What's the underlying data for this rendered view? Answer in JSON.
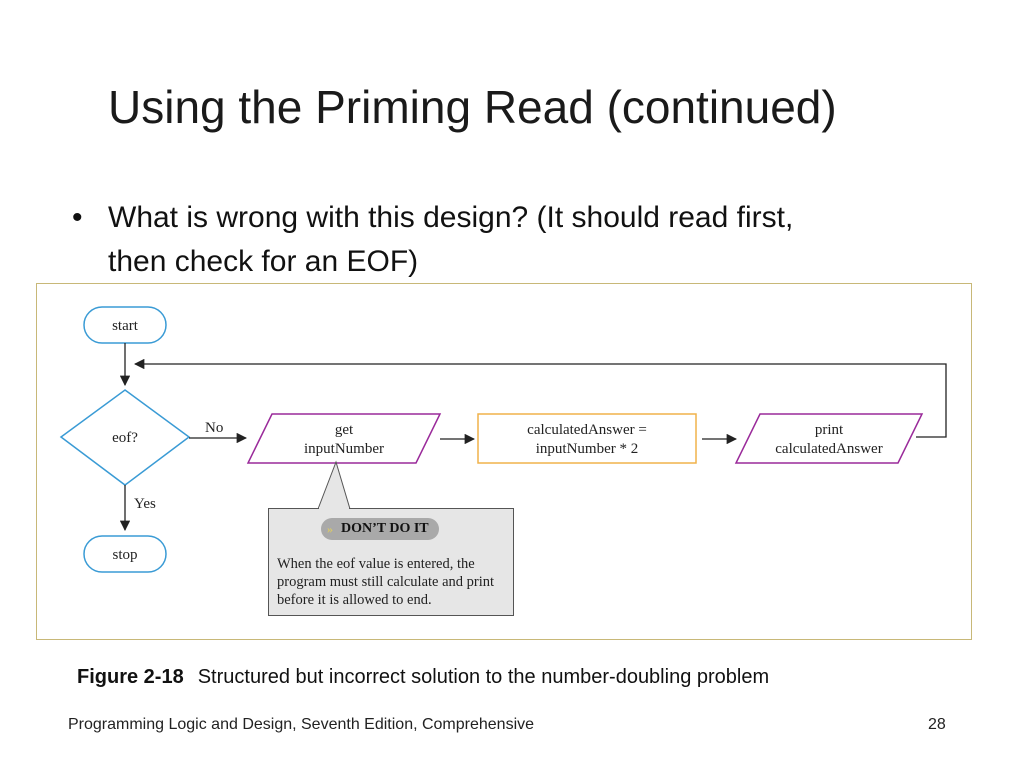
{
  "slide": {
    "title": "Using the Priming Read (continued)",
    "bullets": [
      {
        "line1": "What is wrong with this design?  (It should read first,",
        "line2": "then check for an EOF)"
      }
    ]
  },
  "flowchart": {
    "start": "start",
    "decision": "eof?",
    "no_label": "No",
    "yes_label": "Yes",
    "stop": "stop",
    "get_line1": "get",
    "get_line2": "inputNumber",
    "calc_line1": "calculatedAnswer =",
    "calc_line2": "inputNumber * 2",
    "print_line1": "print",
    "print_line2": "calculatedAnswer",
    "colors": {
      "terminal": "#3a9bd5",
      "decision": "#3a9bd5",
      "io": "#9a2a9a",
      "process": "#f0b24a",
      "line": "#222222"
    }
  },
  "callout": {
    "badge": "DON’T DO IT",
    "chevrons": "»",
    "text": "When the eof value is entered, the program must still calculate and print before it is allowed to end."
  },
  "caption": {
    "label": "Figure 2-18",
    "text": "Structured but incorrect solution to the number-doubling problem"
  },
  "footer": {
    "course": "Programming Logic and Design, Seventh Edition, Comprehensive",
    "page": "28"
  }
}
